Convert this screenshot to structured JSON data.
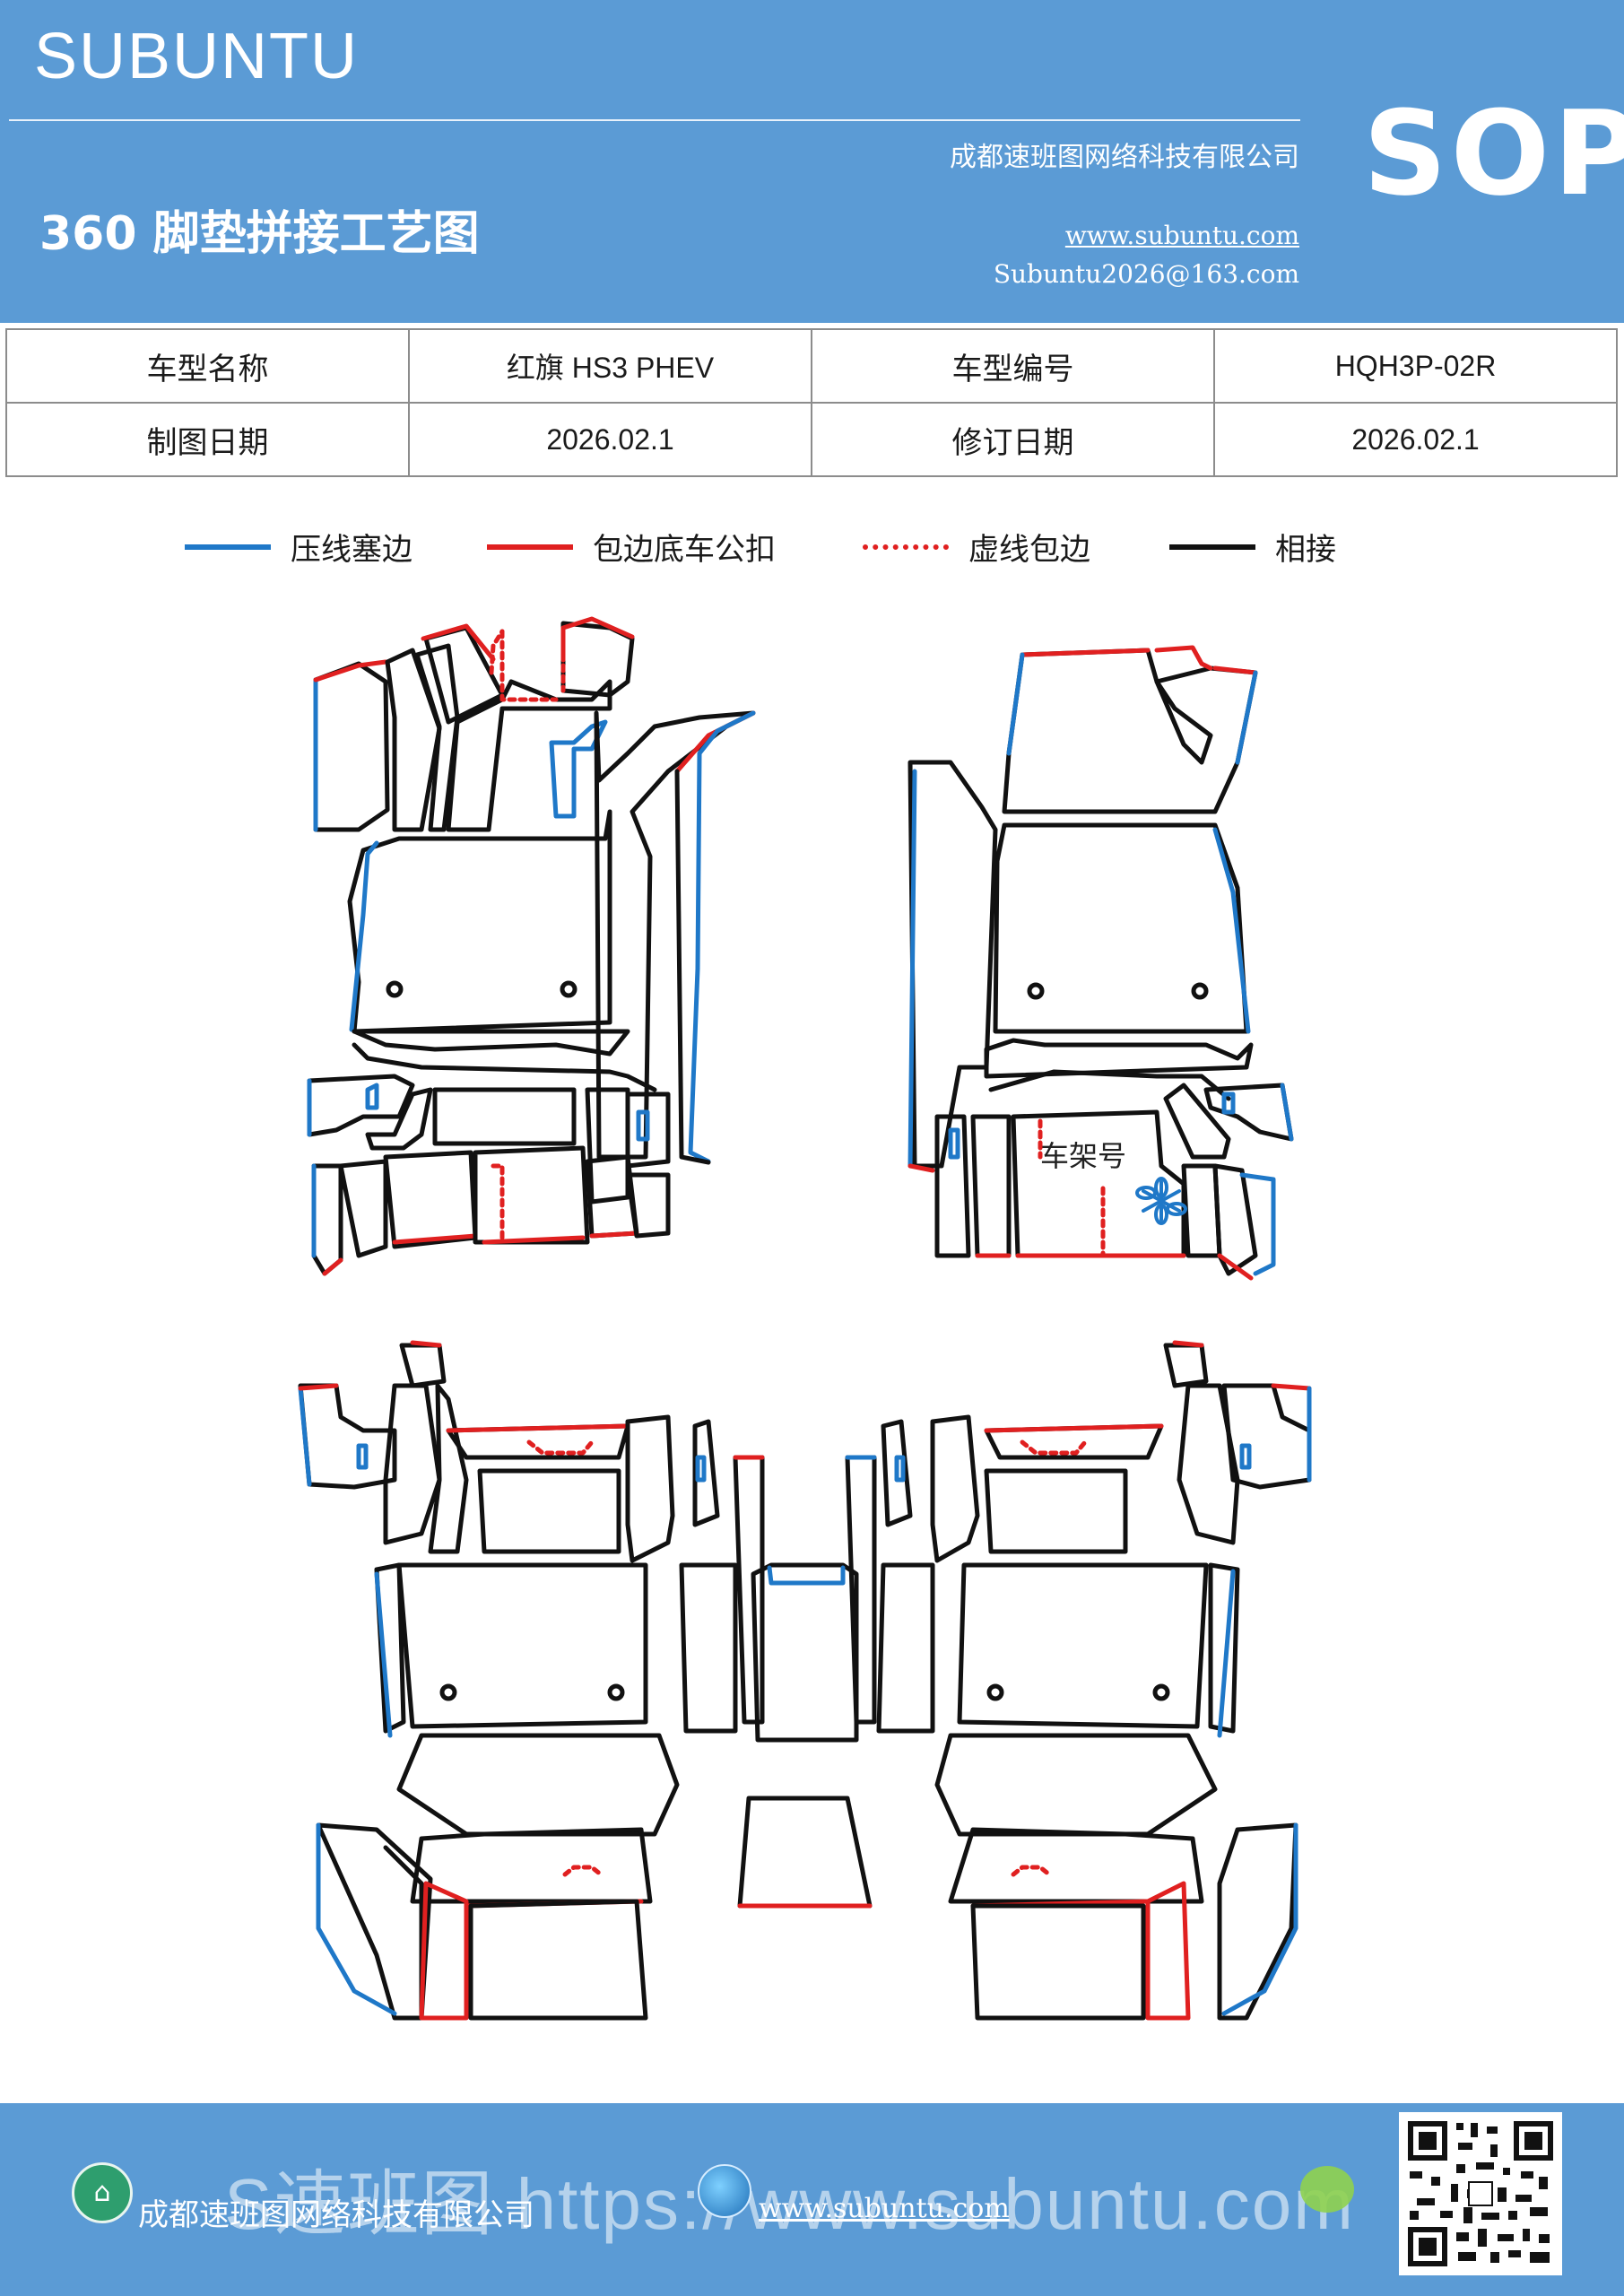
{
  "header": {
    "brand": "SUBUNTU",
    "company": "成都速班图网络科技有限公司",
    "website": "www.subuntu.com",
    "email": "Subuntu2026@163.com",
    "title": "360 脚垫拼接工艺图",
    "badge": "SOP",
    "bg_color": "#5b9bd5"
  },
  "info": {
    "row1": [
      "车型名称",
      "红旗 HS3  PHEV",
      "车型编号",
      "HQH3P-02R"
    ],
    "row2": [
      "制图日期",
      "2026.02.1",
      "修订日期",
      "2026.02.1"
    ]
  },
  "legend": [
    {
      "label": "压线塞边",
      "color": "#1f78c8",
      "style": "solid"
    },
    {
      "label": "包边底车公扣",
      "color": "#e02020",
      "style": "solid"
    },
    {
      "label": "虚线包边",
      "color": "#e02020",
      "style": "dotted"
    },
    {
      "label": "相接",
      "color": "#111111",
      "style": "solid"
    }
  ],
  "diagram": {
    "vin_label": "车架号",
    "line_colors": {
      "blue": "#1f78c8",
      "red": "#e02020",
      "black": "#111111"
    }
  },
  "footer": {
    "company": "成都速班图网络科技有限公司",
    "website": "www.subuntu.com",
    "watermark": "S速班图 https://www.subuntu.com",
    "left_icon": "building-icon",
    "globe_icon": "globe-icon",
    "wechat_icon": "wechat-icon",
    "qr_icon": "qr-code-icon"
  }
}
